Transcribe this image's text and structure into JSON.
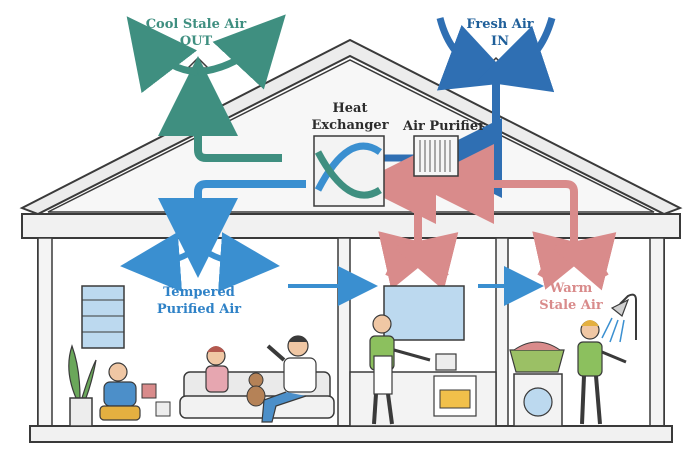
{
  "labels": {
    "cool_stale_air": {
      "line1": "Cool Stale Air",
      "line2": "OUT"
    },
    "fresh_air": {
      "line1": "Fresh Air",
      "line2": "IN"
    },
    "heat_exchanger": {
      "line1": "Heat",
      "line2": "Exchanger"
    },
    "air_purifier": {
      "line1": "Air Purifier"
    },
    "tempered_air": {
      "line1": "Tempered",
      "line2": "Purified Air"
    },
    "warm_stale_air": {
      "line1": "Warm",
      "line2": "Stale Air"
    }
  },
  "colors": {
    "outline": "#3a3a3a",
    "wall_fill": "#f4f4f4",
    "teal": "#3f8f80",
    "blue": "#2f6fb3",
    "light_blue": "#3a8fd0",
    "pink": "#d98b8b",
    "fresh_text": "#1f5f9a",
    "cool_text": "#3f8f80",
    "tempered_text": "#2f82c7",
    "warm_text": "#d98b8b"
  },
  "icons": [
    "heat-exchanger-icon",
    "air-purifier-filter-icon",
    "roof-vent-icon",
    "shower-icon",
    "window-icon",
    "plant-icon",
    "washing-machine-icon",
    "stove-icon"
  ]
}
